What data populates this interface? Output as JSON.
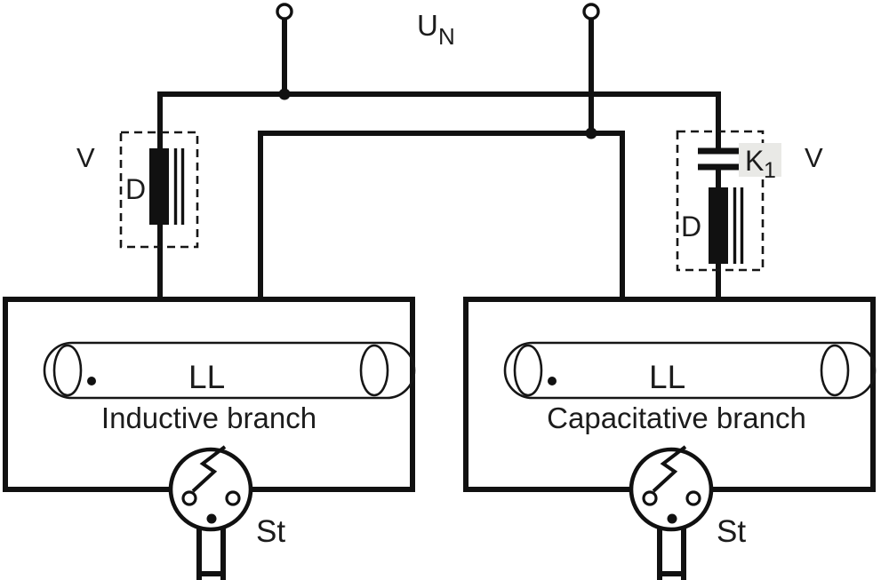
{
  "diagram": {
    "type": "fluorescent-lamp-duo-circuit-schematic",
    "supply": {
      "label": "U",
      "subscript": "N"
    },
    "left": {
      "box_label": "V",
      "ballast_label": "D",
      "lamp_label": "LL",
      "branch_label": "Inductive branch",
      "starter_label": "St"
    },
    "right": {
      "box_label": "V",
      "capacitor_label": "K",
      "capacitor_subscript": "1",
      "ballast_label": "D",
      "lamp_label": "LL",
      "branch_label": "Capacitative branch",
      "starter_label": "St"
    },
    "colors": {
      "wire": "#111111",
      "text": "#1c1c1c",
      "highlight": "#e9e9e6",
      "background": "#ffffff"
    }
  }
}
